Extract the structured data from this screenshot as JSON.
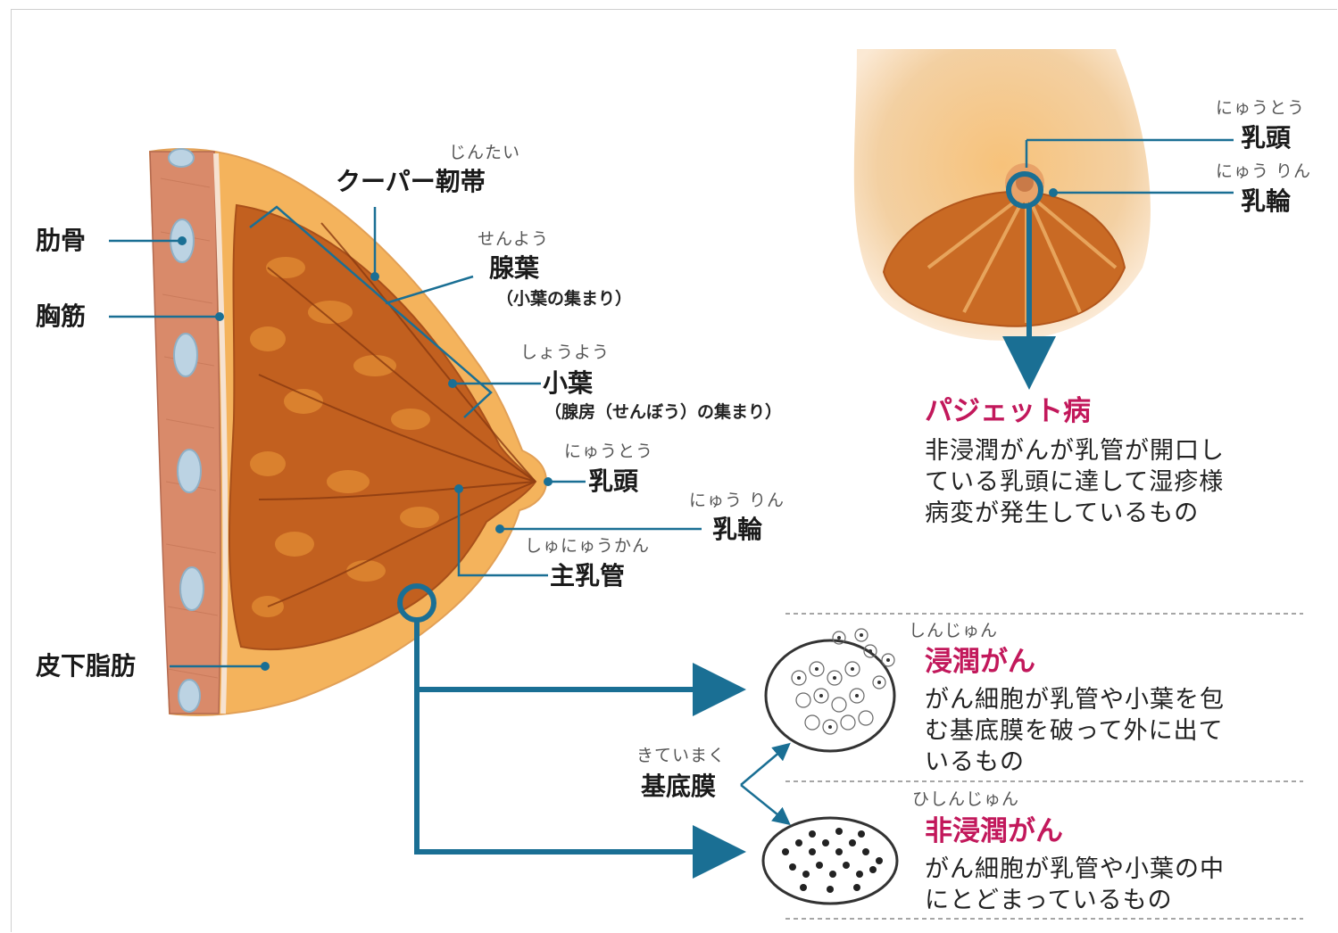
{
  "colors": {
    "accent_line": "#1a6f94",
    "disease_title": "#c2185b",
    "tissue_dark": "#b5531a",
    "tissue_light": "#f0a64a"
  },
  "labels": {
    "rib": "肋骨",
    "pectoral_muscle": "胸筋",
    "subcutaneous_fat": "皮下脂肪",
    "cooper": {
      "ruby": "じんたい",
      "text": "クーパー靭帯"
    },
    "lobe": {
      "ruby": "せんよう",
      "text": "腺葉",
      "note": "（小葉の集まり）"
    },
    "lobule": {
      "ruby": "しょうよう",
      "text": "小葉",
      "note": "（腺房（せんぼう）の集まり）"
    },
    "nipple": {
      "ruby": "にゅうとう",
      "text": "乳頭"
    },
    "areola": {
      "ruby": "にゅう りん",
      "text": "乳輪"
    },
    "main_duct": {
      "ruby": "しゅにゅうかん",
      "text": "主乳管"
    },
    "basement_membrane": {
      "ruby": "きていまく",
      "text": "基底膜"
    }
  },
  "front_view": {
    "nipple": {
      "ruby": "にゅうとう",
      "text": "乳頭"
    },
    "areola": {
      "ruby": "にゅう りん",
      "text": "乳輪"
    }
  },
  "paget": {
    "title": "パジェット病",
    "lines": [
      "非浸潤がんが乳管が開口し",
      "ている乳頭に達して湿疹様",
      "病変が発生しているもの"
    ]
  },
  "invasive": {
    "ruby": "しんじゅん",
    "title": "浸潤がん",
    "lines": [
      "がん細胞が乳管や小葉を包",
      "む基底膜を破って外に出て",
      "いるもの"
    ]
  },
  "noninvasive": {
    "ruby": "ひしんじゅん",
    "title": "非浸潤がん",
    "lines": [
      "がん細胞が乳管や小葉の中",
      "にとどまっているもの"
    ]
  }
}
